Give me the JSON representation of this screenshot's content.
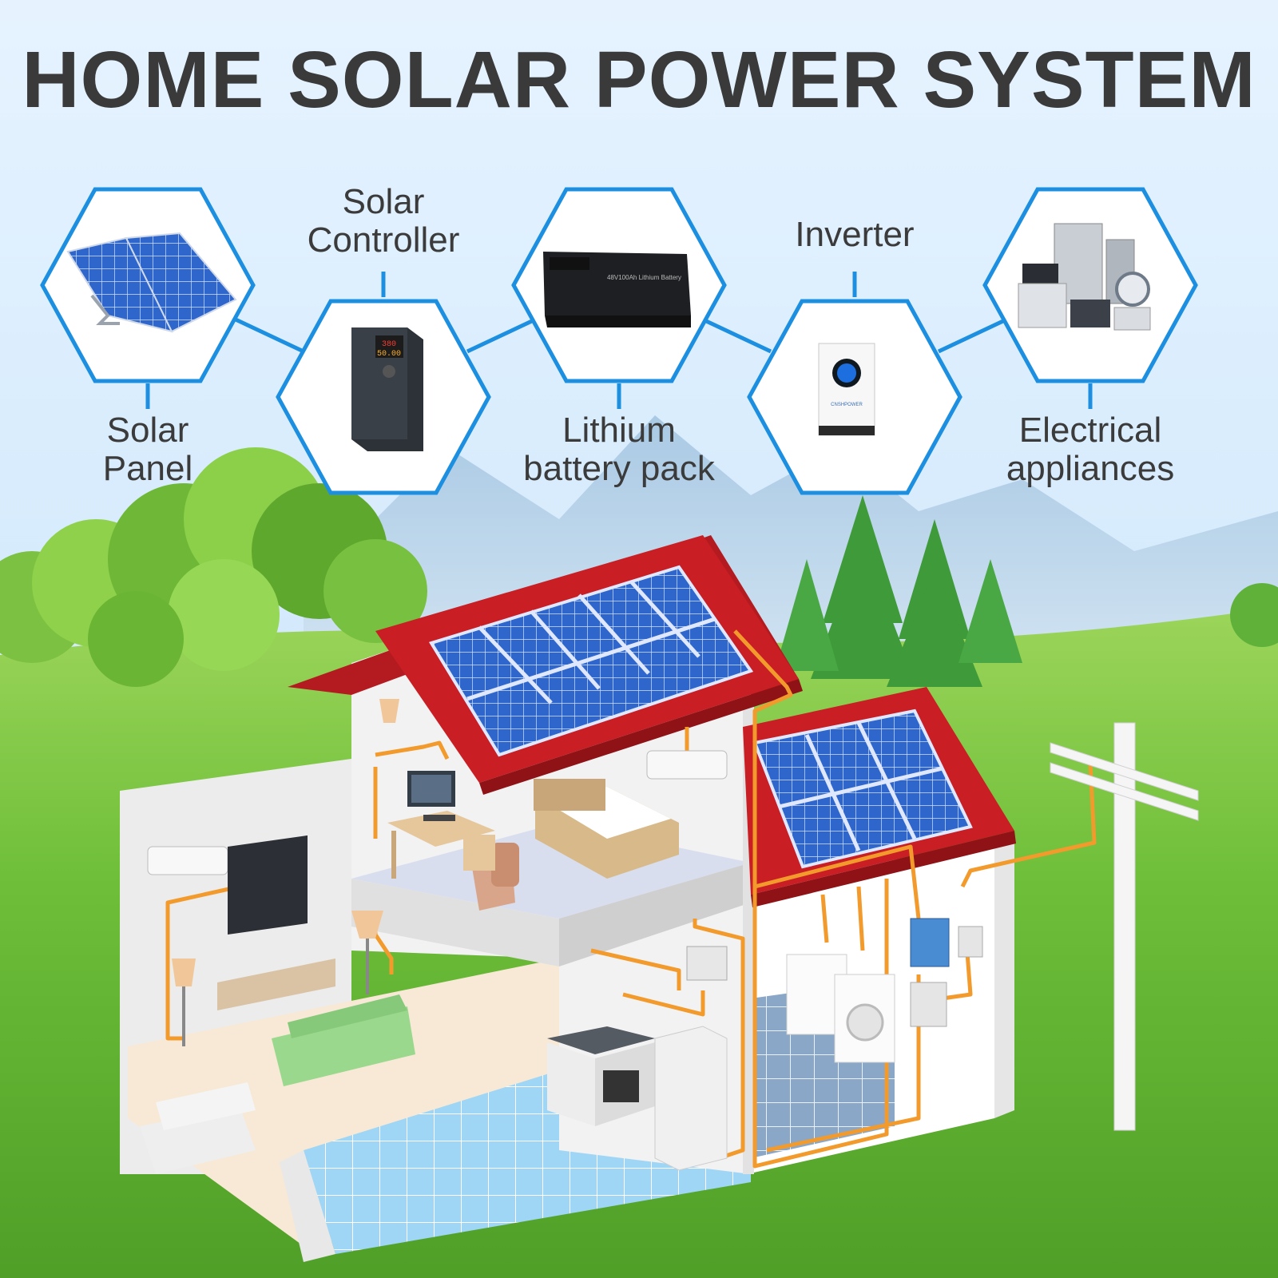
{
  "title": "HOME SOLAR POWER SYSTEM",
  "components": [
    {
      "label": "Solar\nPanel",
      "icon": "solar-panel-icon"
    },
    {
      "label": "Solar\nController",
      "icon": "solar-controller-icon"
    },
    {
      "label": "Lithium\nbattery pack",
      "icon": "battery-pack-icon"
    },
    {
      "label": "Inverter",
      "icon": "inverter-icon"
    },
    {
      "label": "Electrical\nappliances",
      "icon": "appliances-icon"
    }
  ],
  "colors": {
    "hex_border": "#1c8fe0",
    "wire": "#f39a2c",
    "roof": "#c81e24",
    "title": "#3a3a3a",
    "panel": "#2e62c8"
  }
}
